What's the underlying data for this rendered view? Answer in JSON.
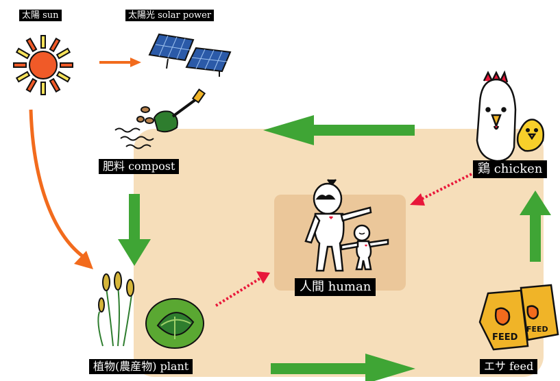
{
  "labels": {
    "sun": "太陽 sun",
    "solar": "太陽光 solar power",
    "compost": "肥料 compost",
    "plant": "植物(農産物) plant",
    "human": "人間 human",
    "chicken": "鶏 chicken",
    "feed": "エサ feed",
    "feed_bag": "FEED"
  },
  "colors": {
    "loop_background": "#f6deba",
    "center_background": "#ebc79a",
    "green_arrow": "#3fa535",
    "orange_arrow": "#f26b1d",
    "dotted_arrow": "#e8173a",
    "sun": "#f05a28"
  }
}
